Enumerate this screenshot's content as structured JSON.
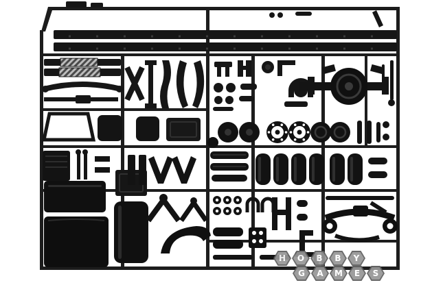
{
  "meta": {
    "type": "product-photo",
    "subject": "Black injection-molded model kit sprue with truck chassis parts (rails, axle, wheels, tanks, springs) on a white background"
  },
  "colors": {
    "background": "#ffffff",
    "plastic_dark": "#121212",
    "plastic_mid": "#1c1c1c",
    "plastic_highlight": "#343434",
    "hatch_light": "#bdbdbd",
    "watermark_hex_outer": "#5f5f5f",
    "watermark_hex_inner": "#979797",
    "watermark_letter": "#ffffff"
  },
  "watermark": {
    "hobby": [
      "H",
      "O",
      "B",
      "B",
      "Y"
    ],
    "games": [
      "G",
      "A",
      "M",
      "E",
      "S"
    ]
  }
}
